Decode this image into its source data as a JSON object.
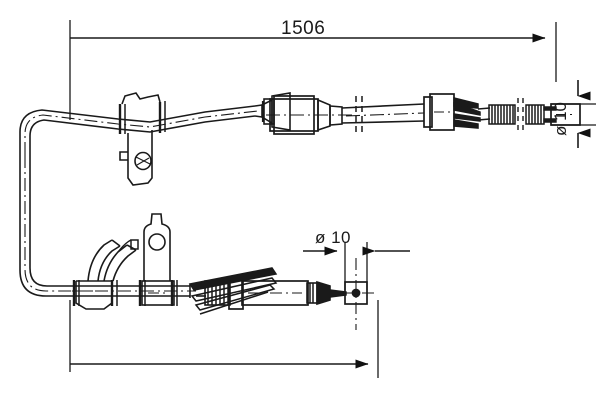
{
  "drawing": {
    "type": "technical-line-drawing",
    "subject": "parking brake cable assembly",
    "background_color": "#ffffff",
    "line_color": "#1a1a1a"
  },
  "dimensions": {
    "overall_length": {
      "label": "1506",
      "orientation": "horizontal",
      "position": "top"
    },
    "cable_diameter_right": {
      "label": "ø 10",
      "orientation": "vertical",
      "position": "right"
    },
    "cable_diameter_lower": {
      "label": "ø 10",
      "orientation": "horizontal",
      "position": "middle"
    }
  },
  "components": {
    "upper_run": {
      "name": "upper cable run",
      "parts": [
        "mounting-clamp-bracket",
        "barrel-damper-fitting",
        "conical-flare-fitting",
        "coil-spring-section",
        "terminal-end-fitting"
      ]
    },
    "lower_run": {
      "name": "lower cable run",
      "parts": [
        "collar-fitting",
        "curved-retainer-clip",
        "flat-plate-bracket",
        "blade-lever",
        "coil-spring-section",
        "cylindrical-sleeve",
        "terminal-eyelet-fitting"
      ]
    },
    "bend": {
      "name": "left u-bend",
      "shape": "180-degree loop"
    }
  }
}
